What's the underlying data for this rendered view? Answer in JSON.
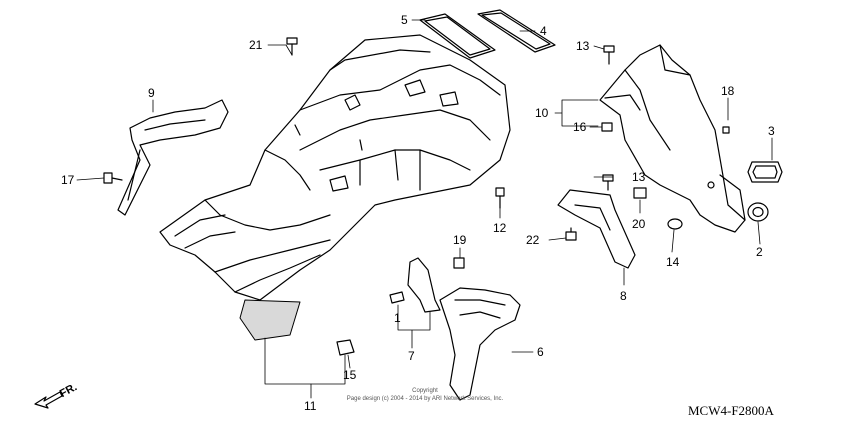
{
  "diagram": {
    "part_labels": {
      "p1": "1",
      "p2": "2",
      "p3": "3",
      "p4": "4",
      "p5": "5",
      "p6": "6",
      "p7": "7",
      "p8": "8",
      "p9": "9",
      "p10": "10",
      "p11": "11",
      "p12": "12",
      "p13a": "13",
      "p13b": "13",
      "p14": "14",
      "p15": "15",
      "p16": "16",
      "p17": "17",
      "p18": "18",
      "p19": "19",
      "p20": "20",
      "p21": "21",
      "p22": "22"
    },
    "direction_label": "FR.",
    "copyright_line1": "Copyright",
    "copyright_line2": "Page design (c) 2004 - 2014 by ARI Network Services, Inc.",
    "diagram_code": "MCW4-F2800A"
  }
}
